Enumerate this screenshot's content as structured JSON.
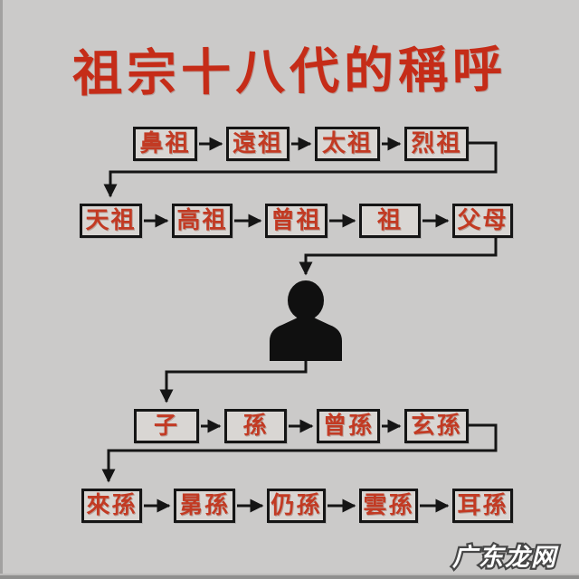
{
  "title": "祖宗十八代的稱呼",
  "watermark": "广东龙网",
  "rows": {
    "ancestors_far": [
      "鼻祖",
      "遠祖",
      "太祖",
      "烈祖"
    ],
    "ancestors_near": [
      "天祖",
      "高祖",
      "曾祖",
      "祖",
      "父母"
    ],
    "descendants_near": [
      "子",
      "孫",
      "曾孫",
      "玄孫"
    ],
    "descendants_far": [
      "來孫",
      "晜孫",
      "仍孫",
      "雲孫",
      "耳孫"
    ]
  },
  "colors": {
    "background": "#cbcac9",
    "box_fill": "#d9d6d3",
    "line": "#151515",
    "text_red": "#c23a23",
    "title_red": "#c52c18"
  }
}
